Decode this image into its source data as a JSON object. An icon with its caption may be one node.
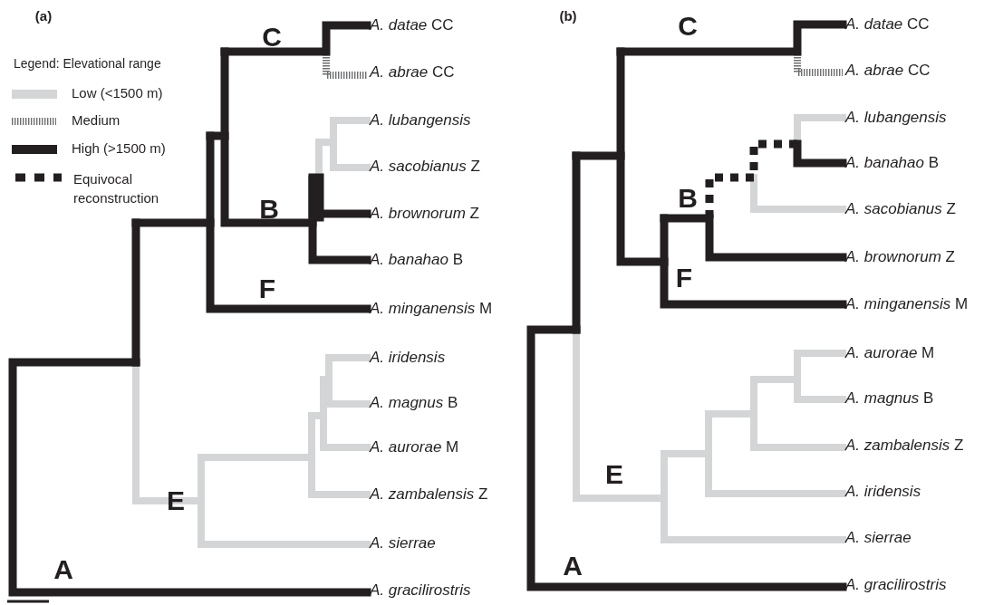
{
  "diagram": {
    "labels": [
      "(a)",
      "Legend: Elevational range",
      "C",
      "B",
      "F",
      "E",
      "A",
      "*A. datae* CC",
      "*A. abrae* CC",
      "*A. lubangensis*",
      "*A. sacobianus* Z",
      "*A. brownorum* Z",
      "*A. banahao* B",
      "*A. minganensis* M",
      "*A. iridensis*",
      "*A. magnus* B",
      "*A. aurorae* M",
      "*A. zambalensis* Z",
      "*A. sierrae*",
      "*A. gracilirostris*",
      "(b)",
      "C",
      "B",
      "F",
      "E",
      "A",
      "*A. datae* CC",
      "*A. abrae* CC",
      "*A. lubangensis*",
      "*A. banahao* B",
      "*A. sacobianus* Z",
      "*A. brownorum* Z",
      "*A. minganensis* M",
      "*A. aurorae* M",
      "*A. magnus* B",
      "*A. zambalensis* Z",
      "*A. iridensis*",
      "*A. sierrae*",
      "*A. gracilirostris*"
    ],
    "legend": [
      {
        "text": "Low (<1500 m)",
        "color": "#d4d5d7"
      },
      {
        "text": "Medium"
      },
      {
        "text": "High (>1500 m)",
        "color": "#231f20"
      },
      {
        "text": "Equivocal reconstruction"
      }
    ]
  }
}
